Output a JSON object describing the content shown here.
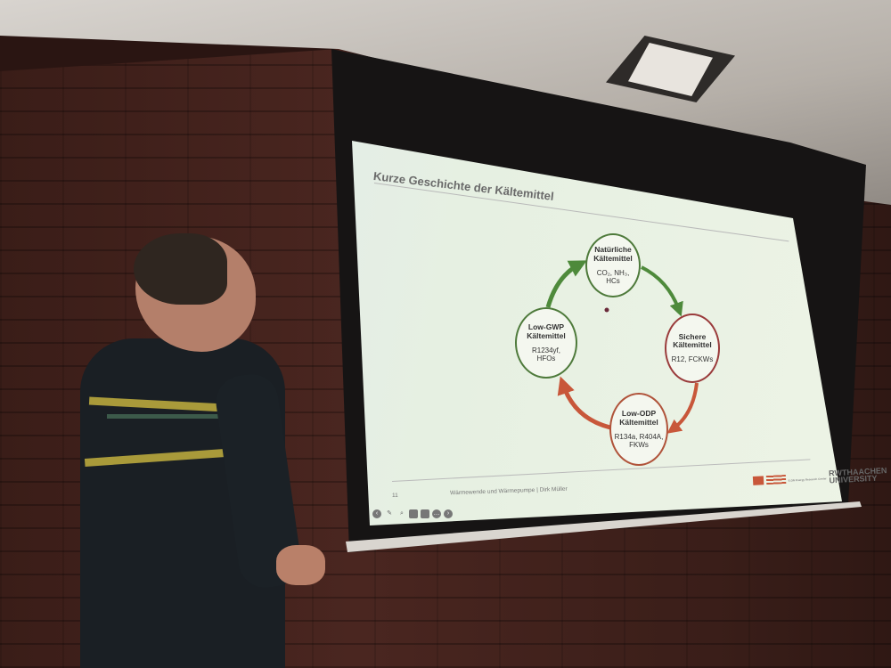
{
  "slide": {
    "title": "Kurze Geschichte der Kältemittel",
    "nodes": [
      {
        "heading_line1": "Natürliche",
        "heading_line2": "Kältemittel",
        "detail_line1": "CO₂, NH₃,",
        "detail_line2": "HCs"
      },
      {
        "heading_line1": "Sichere",
        "heading_line2": "Kältemittel",
        "detail_line1": "R12, FCKWs",
        "detail_line2": ""
      },
      {
        "heading_line1": "Low-ODP",
        "heading_line2": "Kältemittel",
        "detail_line1": "R134a, R404A,",
        "detail_line2": "FKWs"
      },
      {
        "heading_line1": "Low-GWP",
        "heading_line2": "Kältemittel",
        "detail_line1": "R1234yf,",
        "detail_line2": "HFOs"
      }
    ],
    "page_number": "11",
    "footer": "Wärmewende und Wärmepumpe | Dirk Müller",
    "logo_left": "E.ON Energy Research Center",
    "logo_right_line1": "RWTHAACHEN",
    "logo_right_line2": "UNIVERSITY"
  },
  "colors": {
    "green": "#4e7a3b",
    "red": "#9a3b3b",
    "orange": "#c8573a"
  },
  "toolbar_icons": [
    "back-icon",
    "pen-icon",
    "zoom-icon",
    "slides-icon",
    "video-icon",
    "more-icon",
    "forward-icon"
  ]
}
